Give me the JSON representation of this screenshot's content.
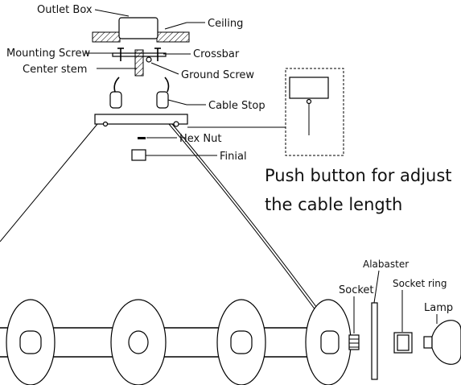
{
  "labels": {
    "outlet_box": "Outlet  Box",
    "ceiling": "Ceiling",
    "mounting_screw": "Mounting Screw",
    "crossbar": "Crossbar",
    "center_stem": "Center stem",
    "ground_screw": "Ground Screw",
    "cable_stop": "Cable Stop",
    "hex_nut": "Hex Nut",
    "finial": "Finial",
    "push_button_line1": "Push button for adjust",
    "push_button_line2": "the cable length",
    "alabaster": "Alabaster",
    "socket": "Socket",
    "socket_ring": "Socket ring",
    "lamp": "Lamp"
  }
}
